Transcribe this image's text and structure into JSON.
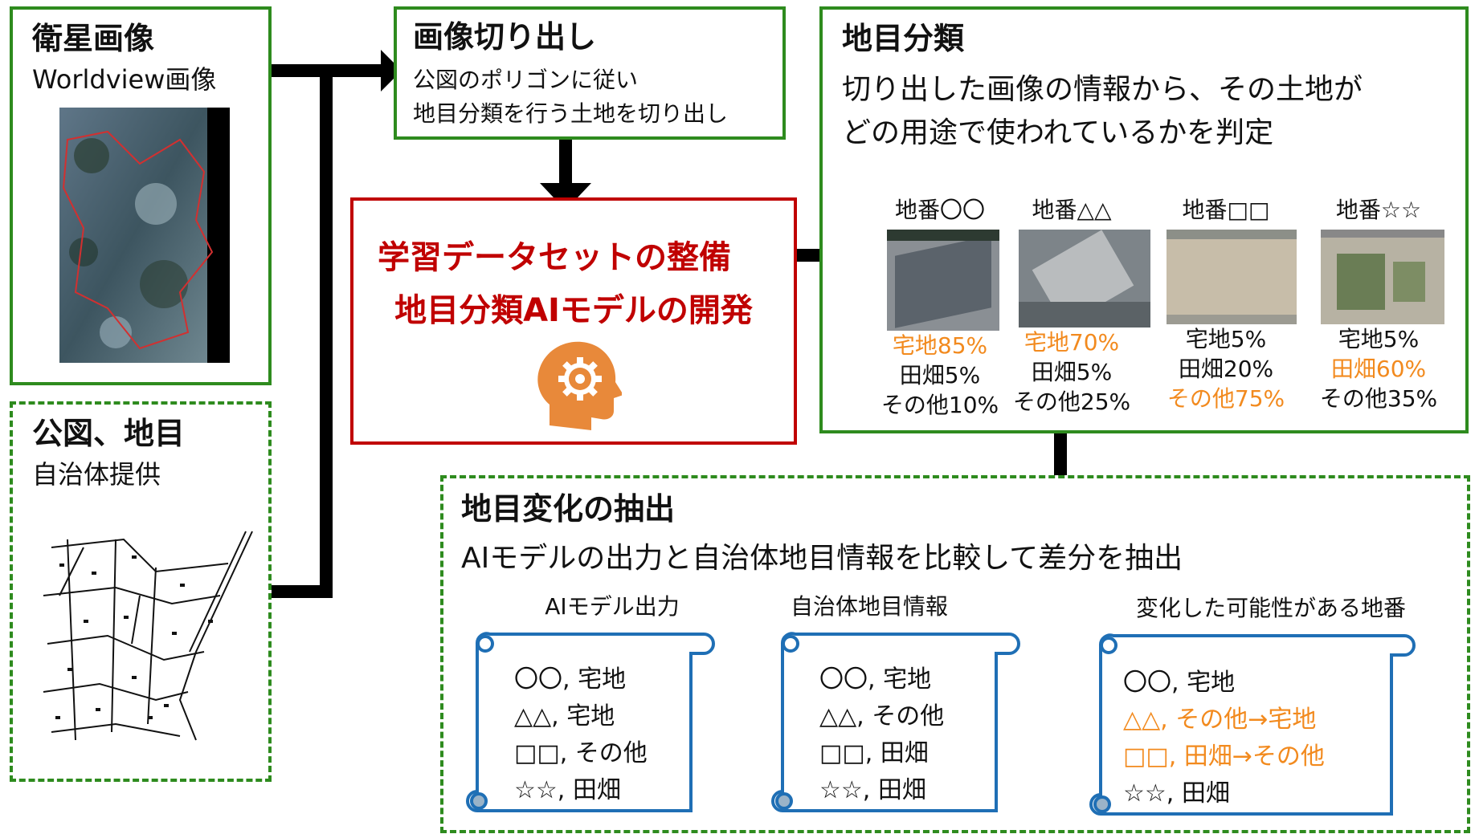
{
  "satellite": {
    "title": "衛星画像",
    "subtitle": "Worldview画像"
  },
  "cadastral": {
    "title": "公図、地目",
    "subtitle": "自治体提供"
  },
  "cutout": {
    "title": "画像切り出し",
    "lines": [
      "公図のポリゴンに従い",
      "地目分類を行う土地を切り出し"
    ]
  },
  "center": {
    "line1": "学習データセットの整備",
    "line2": "地目分類AIモデルの開発",
    "icon": "ai-head-gear-icon"
  },
  "classification": {
    "title": "地目分類",
    "lines": [
      "切り出した画像の情報から、その土地が",
      "どの用途で使われているかを判定"
    ],
    "parcels": [
      {
        "label": "地番〇〇",
        "rows": [
          {
            "text": "宅地85%",
            "highlight": true
          },
          {
            "text": "田畑5%",
            "highlight": false
          },
          {
            "text": "その他10%",
            "highlight": false
          }
        ]
      },
      {
        "label": "地番△△",
        "rows": [
          {
            "text": "宅地70%",
            "highlight": true
          },
          {
            "text": "田畑5%",
            "highlight": false
          },
          {
            "text": "その他25%",
            "highlight": false
          }
        ]
      },
      {
        "label": "地番□□",
        "rows": [
          {
            "text": "宅地5%",
            "highlight": false
          },
          {
            "text": "田畑20%",
            "highlight": false
          },
          {
            "text": "その他75%",
            "highlight": true
          }
        ]
      },
      {
        "label": "地番☆☆",
        "rows": [
          {
            "text": "宅地5%",
            "highlight": false
          },
          {
            "text": "田畑60%",
            "highlight": true
          },
          {
            "text": "その他35%",
            "highlight": false
          }
        ]
      }
    ]
  },
  "extraction": {
    "title": "地目変化の抽出",
    "subtitle": "AIモデルの出力と自治体地目情報を比較して差分を抽出",
    "columns": [
      {
        "header": "AIモデル出力",
        "rows": [
          {
            "text": "〇〇, 宅地",
            "highlight": false
          },
          {
            "text": "△△, 宅地",
            "highlight": false
          },
          {
            "text": "□□, その他",
            "highlight": false
          },
          {
            "text": "☆☆, 田畑",
            "highlight": false
          }
        ]
      },
      {
        "header": "自治体地目情報",
        "rows": [
          {
            "text": "〇〇, 宅地",
            "highlight": false
          },
          {
            "text": "△△, その他",
            "highlight": false
          },
          {
            "text": "□□, 田畑",
            "highlight": false
          },
          {
            "text": "☆☆, 田畑",
            "highlight": false
          }
        ]
      },
      {
        "header": "変化した可能性がある地番",
        "rows": [
          {
            "text": "〇〇, 宅地",
            "highlight": false
          },
          {
            "text": "△△, その他→宅地",
            "highlight": true
          },
          {
            "text": "□□, 田畑→その他",
            "highlight": true
          },
          {
            "text": "☆☆, 田畑",
            "highlight": false
          }
        ]
      }
    ]
  },
  "colors": {
    "green": "#2e8b1e",
    "red": "#c00000",
    "orange": "#f28a1e",
    "blue": "#1f6fb5",
    "black": "#000000"
  }
}
